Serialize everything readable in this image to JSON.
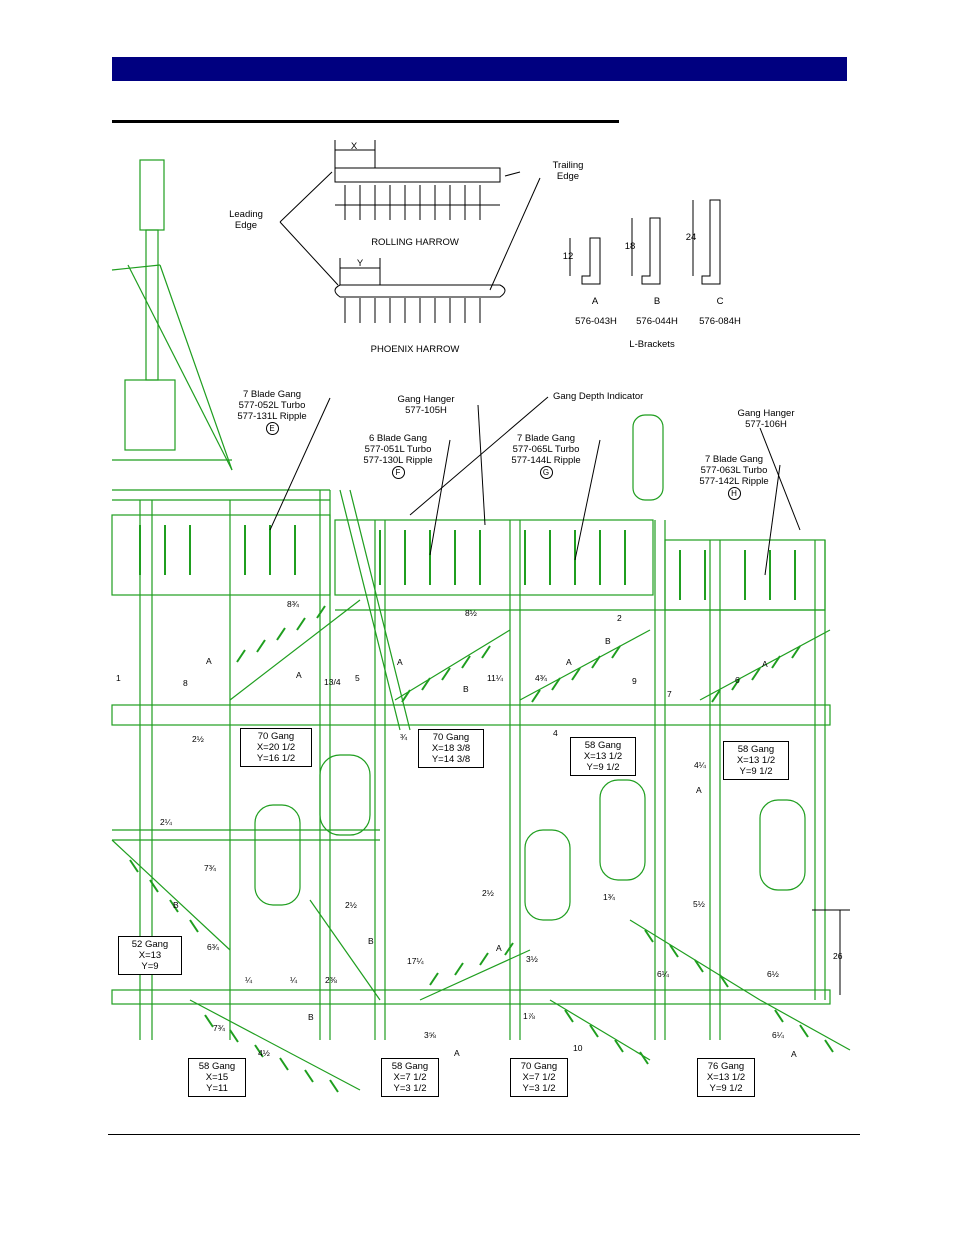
{
  "header": {
    "bar_color": "#000080"
  },
  "harrows": {
    "x_label": "X",
    "y_label": "Y",
    "trailing_edge": "Trailing\nEdge",
    "leading_edge": "Leading\nEdge",
    "rolling_harrow": "ROLLING HARROW",
    "phoenix_harrow": "PHOENIX HARROW"
  },
  "brackets": {
    "items": [
      {
        "letter": "A",
        "height": "12",
        "part": "576-043H"
      },
      {
        "letter": "B",
        "height": "18",
        "part": "576-044H"
      },
      {
        "letter": "C",
        "height": "24",
        "part": "576-084H"
      }
    ],
    "caption": "L-Brackets"
  },
  "callouts": {
    "gang_e": {
      "line1": "7 Blade Gang",
      "line2": "577-052L Turbo",
      "line3": "577-131L Ripple",
      "circle": "E"
    },
    "gang_f": {
      "line1": "6 Blade Gang",
      "line2": "577-051L Turbo",
      "line3": "577-130L Ripple",
      "circle": "F"
    },
    "gang_g": {
      "line1": "7 Blade Gang",
      "line2": "577-065L Turbo",
      "line3": "577-144L Ripple",
      "circle": "G"
    },
    "gang_h": {
      "line1": "7 Blade Gang",
      "line2": "577-063L Turbo",
      "line3": "577-142L Ripple",
      "circle": "H"
    },
    "hanger_105": {
      "line1": "Gang Hanger",
      "line2": "577-105H"
    },
    "hanger_106": {
      "line1": "Gang Hanger",
      "line2": "577-106H"
    },
    "depth_indicator": "Gang Depth Indicator"
  },
  "gang_boxes": [
    {
      "id": "70a",
      "title": "70 Gang",
      "x": "X=20 1/2",
      "y": "Y=16 1/2"
    },
    {
      "id": "70b",
      "title": "70 Gang",
      "x": "X=18 3/8",
      "y": "Y=14 3/8"
    },
    {
      "id": "58a",
      "title": "58 Gang",
      "x": "X=13 1/2",
      "y": "Y=9 1/2"
    },
    {
      "id": "58b",
      "title": "58 Gang",
      "x": "X=13 1/2",
      "y": "Y=9 1/2"
    },
    {
      "id": "52",
      "title": "52 Gang",
      "x": "X=13",
      "y": "Y=9"
    },
    {
      "id": "58c",
      "title": "58 Gang",
      "x": "X=15",
      "y": "Y=11"
    },
    {
      "id": "58d",
      "title": "58 Gang",
      "x": "X=7 1/2",
      "y": "Y=3 1/2"
    },
    {
      "id": "70c",
      "title": "70 Gang",
      "x": "X=7 1/2",
      "y": "Y=3 1/2"
    },
    {
      "id": "76",
      "title": "76 Gang",
      "x": "X=13 1/2",
      "y": "Y=9 1/2"
    }
  ],
  "dims": {
    "d8_3_4": "8¾",
    "d8_1_2": "8½",
    "d2": "2",
    "d13_4": "13/4",
    "d5": "5",
    "d11_1_4": "11¼",
    "d4_3_4": "4¾",
    "d9": "9",
    "d7": "7",
    "d6": "6",
    "d8": "8",
    "d2_1_2a": "2½",
    "d3_4": "¾",
    "d4": "4",
    "d4_1_4": "4¼",
    "d2_1_4": "2¼",
    "d7_3_4a": "7¾",
    "d6_3_4": "6¾",
    "d2_1_2b": "2½",
    "d2_1_2c": "2½",
    "d1_3_4": "1¾",
    "d5_1_2": "5½",
    "d26": "26",
    "d17_1_4": "17¼",
    "d3_1_2": "3½",
    "d6_1_4": "6¼",
    "d6_1_2": "6½",
    "d1_4a": "¼",
    "d1_4b": "¼",
    "d2_3_8": "2⅜",
    "d1_7_8": "1⅞",
    "d7_3_4b": "7¾",
    "d4_1_2": "4½",
    "d3_5_8": "3⅝",
    "d10": "10",
    "d6_1_4b": "6¼",
    "d1a": "1",
    "d8b": "8",
    "A": "A",
    "B": "B"
  },
  "colors": {
    "drawing_green": "#1f9e1f",
    "ink": "#000000"
  }
}
